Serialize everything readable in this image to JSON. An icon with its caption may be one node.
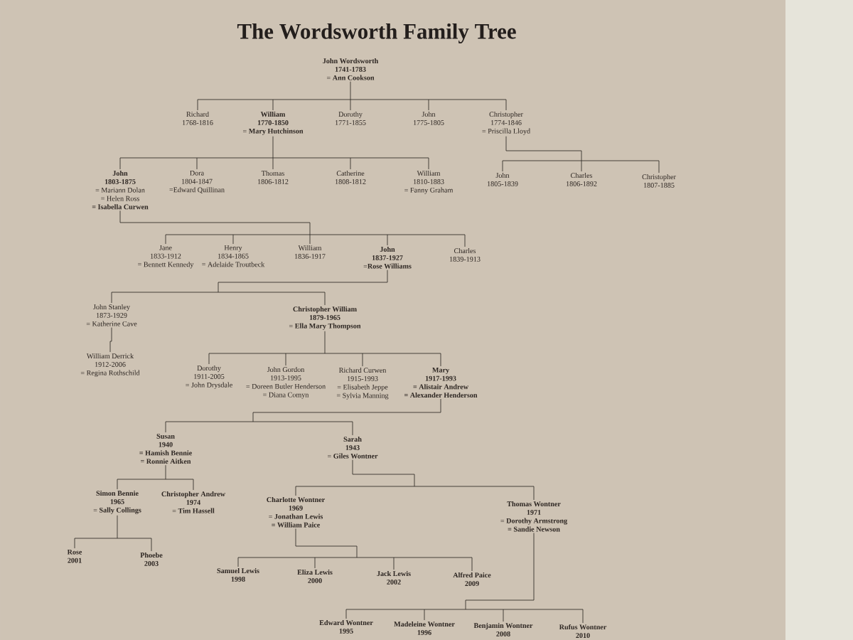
{
  "diagram": {
    "title": "The Wordsworth Family Tree",
    "nodes": [
      {
        "text": [
          "John Wordsworth",
          "1741-1783",
          "= Ann Cookson"
        ]
      },
      {
        "text": [
          "Richard",
          "1768-1816"
        ]
      },
      {
        "text": [
          "William",
          "1770-1850",
          "= Mary Hutchinson"
        ]
      },
      {
        "text": [
          "Dorothy",
          "1771-1855"
        ]
      },
      {
        "text": [
          "John",
          "1775-1805"
        ]
      },
      {
        "text": [
          "Christopher",
          "1774-1846",
          "= Priscilla Lloyd"
        ]
      },
      {
        "text": [
          "John",
          "1803-1875",
          "= Mariann Dolan",
          "= Helen Ross",
          "= Isabella Curwen"
        ]
      },
      {
        "text": [
          "Dora",
          "1804-1847",
          "=Edward Quillinan"
        ]
      },
      {
        "text": [
          "Thomas",
          "1806-1812"
        ]
      },
      {
        "text": [
          "Catherine",
          "1808-1812"
        ]
      },
      {
        "text": [
          "William",
          "1810-1883",
          "= Fanny Graham"
        ]
      },
      {
        "text": [
          "John",
          "1805-1839"
        ]
      },
      {
        "text": [
          "Charles",
          "1806-1892"
        ]
      },
      {
        "text": [
          "Christopher",
          "1807-1885"
        ]
      },
      {
        "text": [
          "Jane",
          "1833-1912",
          "= Bennett Kennedy"
        ]
      },
      {
        "text": [
          "Henry",
          "1834-1865",
          "= Adelaide Troutbeck"
        ]
      },
      {
        "text": [
          "William",
          "1836-1917"
        ]
      },
      {
        "text": [
          "John",
          "1837-1927",
          "=Rose Williams"
        ]
      },
      {
        "text": [
          "Charles",
          "1839-1913"
        ]
      },
      {
        "text": [
          "John Stanley",
          "1873-1929",
          "= Katherine Cave"
        ]
      },
      {
        "text": [
          "Christopher William",
          "1879-1965",
          "= Ella Mary Thompson"
        ]
      },
      {
        "text": [
          "William Derrick",
          "1912-2006",
          "= Regina Rothschild"
        ]
      },
      {
        "text": [
          "Dorothy",
          "1911-2005",
          "= John Drysdale"
        ]
      },
      {
        "text": [
          "John Gordon",
          "1913-1995",
          "= Doreen Butler Henderson",
          "= Diana Comyn"
        ]
      },
      {
        "text": [
          "Richard Curwen",
          "1915-1993",
          "= Elisabeth Jeppe",
          "= Sylvia Manning"
        ]
      },
      {
        "text": [
          "Mary",
          "1917-1993",
          "= Alistair Andrew",
          "= Alexander Henderson"
        ]
      },
      {
        "text": [
          "Susan",
          "1940",
          "= Hamish Bennie",
          "= Ronnie Aitken"
        ]
      },
      {
        "text": [
          "Sarah",
          "1943",
          "= Giles Wontner"
        ]
      },
      {
        "text": [
          "Simon Bennie",
          "1965",
          "= Sally Collings"
        ]
      },
      {
        "text": [
          "Christopher Andrew",
          "1974",
          "= Tim Hassell"
        ]
      },
      {
        "text": [
          "Charlotte Wontner",
          "1969",
          "= Jonathan Lewis",
          "= William Paice"
        ]
      },
      {
        "text": [
          "Thomas Wontner",
          "1971",
          "= Dorothy Armstrong",
          "= Sandie Newson"
        ]
      },
      {
        "text": [
          "Rose",
          "2001"
        ]
      },
      {
        "text": [
          "Phoebe",
          "2003"
        ]
      },
      {
        "text": [
          "Samuel Lewis",
          "1998"
        ]
      },
      {
        "text": [
          "Eliza Lewis",
          "2000"
        ]
      },
      {
        "text": [
          "Jack Lewis",
          "2002"
        ]
      },
      {
        "text": [
          "Alfred Paice",
          "2009"
        ]
      },
      {
        "text": [
          "Edward Wontner",
          "1995"
        ]
      },
      {
        "text": [
          "Madeleine Wontner",
          "1996"
        ]
      },
      {
        "text": [
          "Benjamin Wontner",
          "2008"
        ]
      },
      {
        "text": [
          "Rufus Wontner",
          "2010"
        ]
      }
    ],
    "edges": [
      {
        "from": 0,
        "to": 1,
        "arrow": "none"
      },
      {
        "from": 0,
        "to": 2,
        "arrow": "none"
      },
      {
        "from": 0,
        "to": 3,
        "arrow": "none"
      },
      {
        "from": 0,
        "to": 4,
        "arrow": "none"
      },
      {
        "from": 0,
        "to": 5,
        "arrow": "none"
      },
      {
        "from": 2,
        "to": 6,
        "arrow": "none"
      },
      {
        "from": 2,
        "to": 7,
        "arrow": "none"
      },
      {
        "from": 2,
        "to": 8,
        "arrow": "none"
      },
      {
        "from": 2,
        "to": 9,
        "arrow": "none"
      },
      {
        "from": 2,
        "to": 10,
        "arrow": "none"
      },
      {
        "from": 5,
        "to": 11,
        "arrow": "none"
      },
      {
        "from": 5,
        "to": 12,
        "arrow": "none"
      },
      {
        "from": 5,
        "to": 13,
        "arrow": "none"
      },
      {
        "from": 6,
        "to": 14,
        "arrow": "none"
      },
      {
        "from": 6,
        "to": 15,
        "arrow": "none"
      },
      {
        "from": 6,
        "to": 16,
        "arrow": "none"
      },
      {
        "from": 6,
        "to": 17,
        "arrow": "none"
      },
      {
        "from": 6,
        "to": 18,
        "arrow": "none"
      },
      {
        "from": 17,
        "to": 19,
        "arrow": "none"
      },
      {
        "from": 17,
        "to": 20,
        "arrow": "none"
      },
      {
        "from": 19,
        "to": 21,
        "arrow": "none"
      },
      {
        "from": 20,
        "to": 22,
        "arrow": "none"
      },
      {
        "from": 20,
        "to": 23,
        "arrow": "none"
      },
      {
        "from": 20,
        "to": 24,
        "arrow": "none"
      },
      {
        "from": 20,
        "to": 25,
        "arrow": "none"
      },
      {
        "from": 25,
        "to": 26,
        "arrow": "none"
      },
      {
        "from": 25,
        "to": 27,
        "arrow": "none"
      },
      {
        "from": 26,
        "to": 28,
        "arrow": "none"
      },
      {
        "from": 26,
        "to": 29,
        "arrow": "none"
      },
      {
        "from": 27,
        "to": 30,
        "arrow": "none"
      },
      {
        "from": 27,
        "to": 31,
        "arrow": "none"
      },
      {
        "from": 28,
        "to": 32,
        "arrow": "none"
      },
      {
        "from": 28,
        "to": 33,
        "arrow": "none"
      },
      {
        "from": 30,
        "to": 34,
        "arrow": "none"
      },
      {
        "from": 30,
        "to": 35,
        "arrow": "none"
      },
      {
        "from": 30,
        "to": 36,
        "arrow": "none"
      },
      {
        "from": 30,
        "to": 37,
        "arrow": "none"
      },
      {
        "from": 31,
        "to": 38,
        "arrow": "none"
      },
      {
        "from": 31,
        "to": 39,
        "arrow": "none"
      },
      {
        "from": 31,
        "to": 40,
        "arrow": "none"
      },
      {
        "from": 31,
        "to": 41,
        "arrow": "none"
      }
    ]
  }
}
